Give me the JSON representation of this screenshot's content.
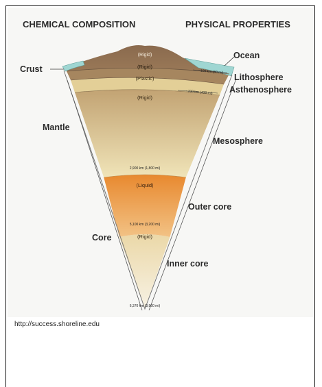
{
  "headers": {
    "left": "CHEMICAL COMPOSITION",
    "right": "PHYSICAL PROPERTIES"
  },
  "chemical_labels": {
    "crust": "Crust",
    "mantle": "Mantle",
    "core": "Core"
  },
  "physical_labels": {
    "ocean": "Ocean",
    "lithosphere": "Lithosphere",
    "asthenosphere": "Asthenosphere",
    "mesosphere": "Mesosphere",
    "outer_core": "Outer core",
    "inner_core": "Inner core"
  },
  "state_labels": {
    "crust": "(Rigid)",
    "lithosphere": "(Rigid)",
    "asthenosphere": "(Plastic)",
    "mesosphere": "(Rigid)",
    "outer_core": "(Liquid)",
    "inner_core": "(Rigid)"
  },
  "depth_labels": {
    "lithosphere_base": "~100 km (60 mi)",
    "asthenosphere_base": "~700 km (430 mi)",
    "mantle_base": "2,900 km (1,800 mi)",
    "outer_core_base": "5,100 km (3,200 mi)",
    "center": "6,370 km (3,960 mi)"
  },
  "source_text": "http://success.shoreline.edu",
  "colors": {
    "ocean": "#9fd6d2",
    "crust": "#8a6a4e",
    "lithosphere": "#a6865f",
    "asthenosphere": "#e3cf97",
    "mantle_top": "#c2a373",
    "mantle_bottom": "#f0e4b8",
    "outer_core_top": "#e8892f",
    "outer_core_bottom": "#f2c285",
    "inner_core_top": "#ebd8a8",
    "inner_core_bottom": "#f7f2e4"
  }
}
